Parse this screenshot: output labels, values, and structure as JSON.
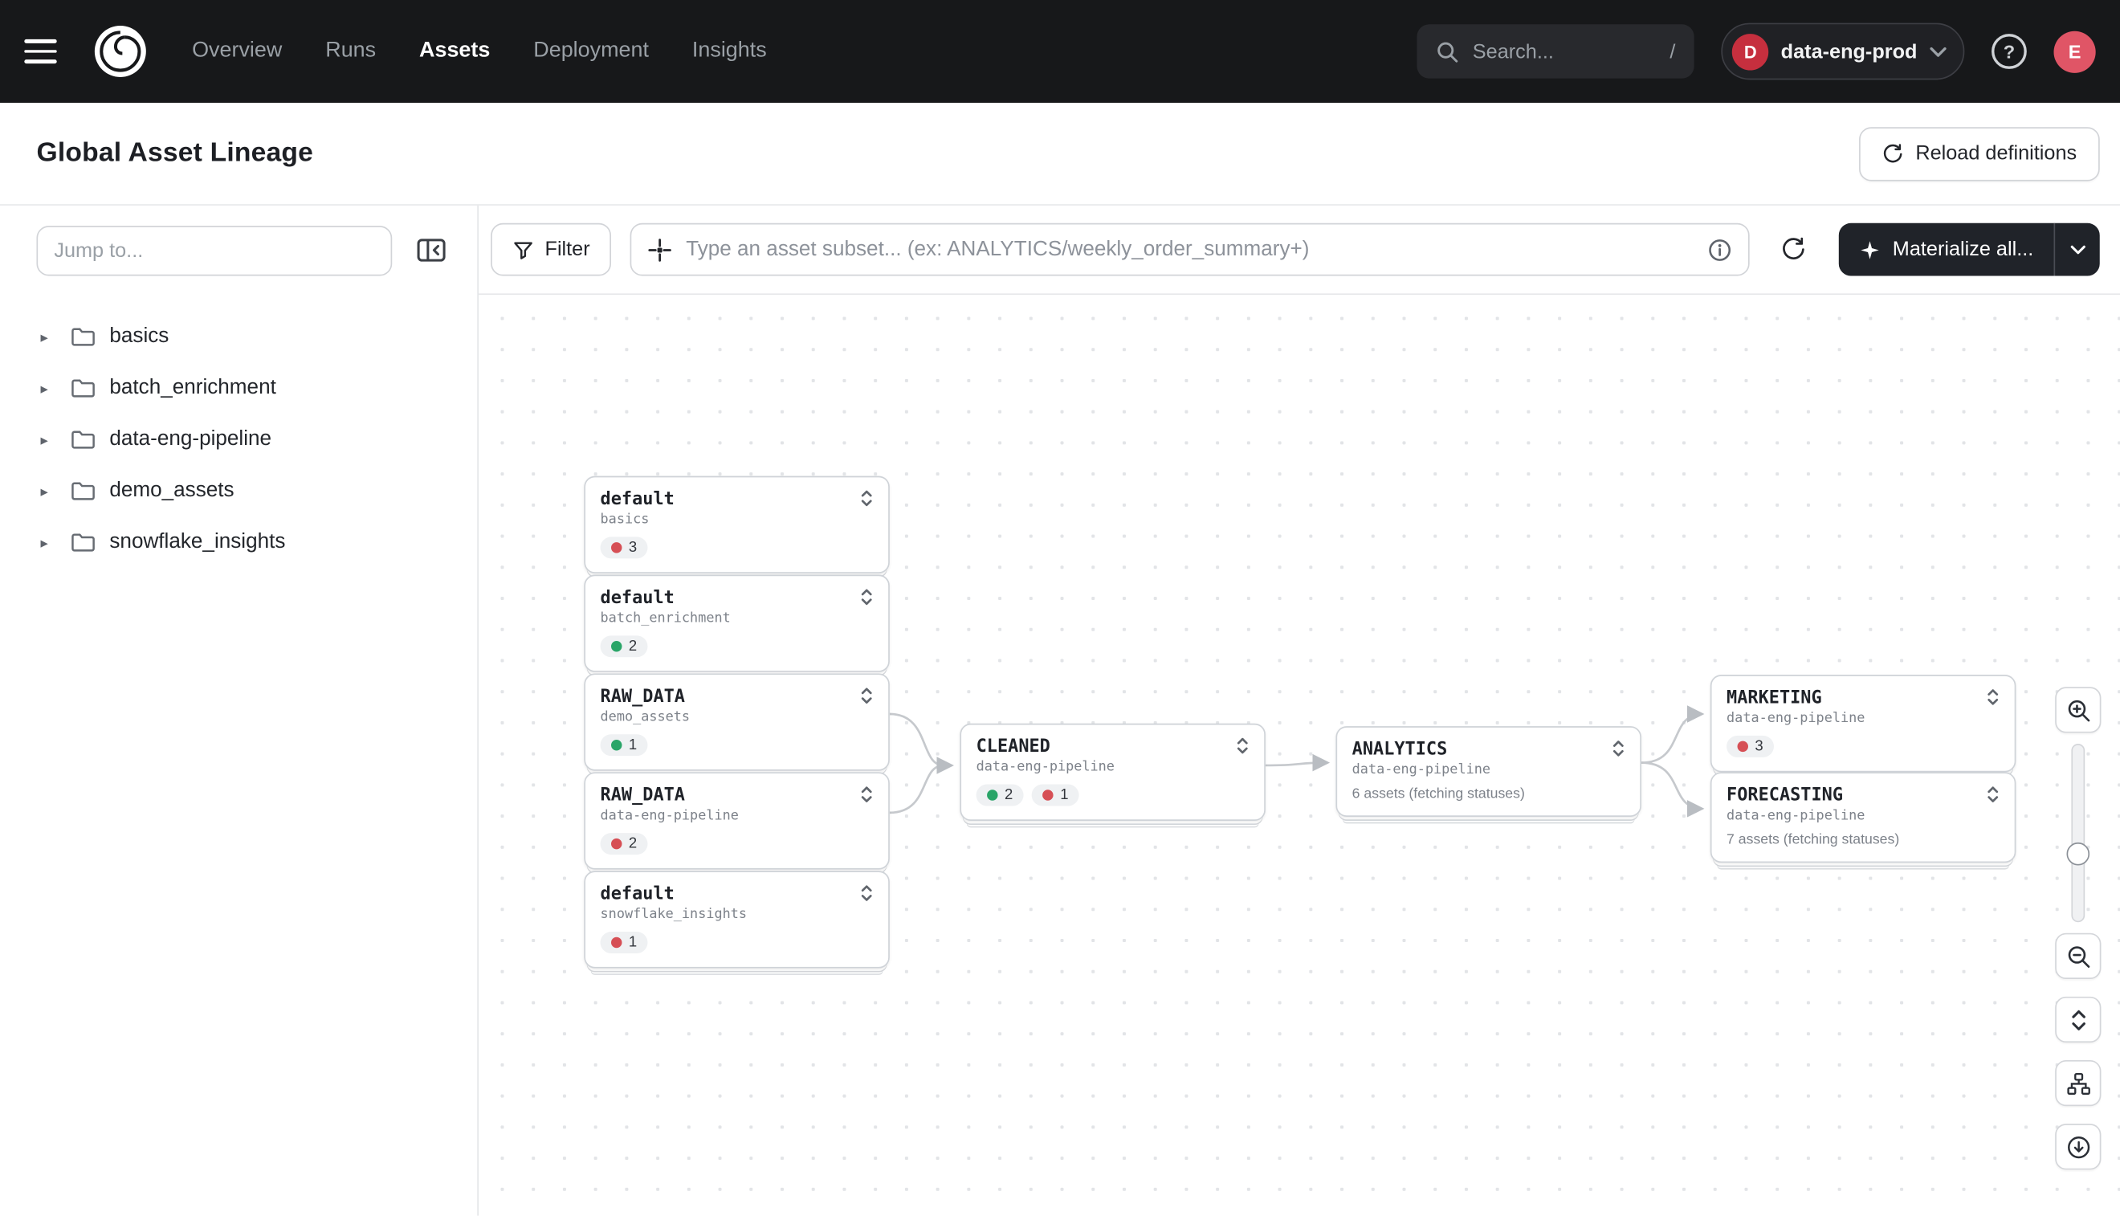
{
  "topbar": {
    "nav": [
      {
        "label": "Overview"
      },
      {
        "label": "Runs"
      },
      {
        "label": "Assets"
      },
      {
        "label": "Deployment"
      },
      {
        "label": "Insights"
      }
    ],
    "search": {
      "placeholder": "Search...",
      "shortcut": "/"
    },
    "deployment": {
      "initial": "D",
      "name": "data-eng-prod"
    },
    "help_glyph": "?",
    "user_initial": "E"
  },
  "header": {
    "title": "Global Asset Lineage",
    "reload_button": "Reload definitions"
  },
  "toolbar": {
    "jump_placeholder": "Jump to...",
    "filter_label": "Filter",
    "asset_input_placeholder": "Type an asset subset... (ex: ANALYTICS/weekly_order_summary+)",
    "materialize_label": "Materialize all..."
  },
  "sidebar": {
    "items": [
      {
        "label": "basics"
      },
      {
        "label": "batch_enrichment"
      },
      {
        "label": "data-eng-pipeline"
      },
      {
        "label": "demo_assets"
      },
      {
        "label": "snowflake_insights"
      }
    ]
  },
  "canvas": {
    "nodes": [
      {
        "title": "default",
        "subtitle": "basics",
        "badges": [
          {
            "color": "red",
            "count": "3"
          }
        ]
      },
      {
        "title": "default",
        "subtitle": "batch_enrichment",
        "badges": [
          {
            "color": "green",
            "count": "2"
          }
        ]
      },
      {
        "title": "RAW_DATA",
        "subtitle": "demo_assets",
        "badges": [
          {
            "color": "green",
            "count": "1"
          }
        ]
      },
      {
        "title": "RAW_DATA",
        "subtitle": "data-eng-pipeline",
        "badges": [
          {
            "color": "red",
            "count": "2"
          }
        ]
      },
      {
        "title": "default",
        "subtitle": "snowflake_insights",
        "badges": [
          {
            "color": "red",
            "count": "1"
          }
        ]
      },
      {
        "title": "CLEANED",
        "subtitle": "data-eng-pipeline",
        "badges": [
          {
            "color": "green",
            "count": "2"
          },
          {
            "color": "red",
            "count": "1"
          }
        ]
      },
      {
        "title": "ANALYTICS",
        "subtitle": "data-eng-pipeline",
        "status": "6 assets (fetching statuses)"
      },
      {
        "title": "MARKETING",
        "subtitle": "data-eng-pipeline",
        "badges": [
          {
            "color": "red",
            "count": "3"
          }
        ]
      },
      {
        "title": "FORECASTING",
        "subtitle": "data-eng-pipeline",
        "status": "7 assets (fetching statuses)"
      }
    ]
  },
  "icons": {
    "caret_right": "▸"
  },
  "colors": {
    "status_green": "#2aa568",
    "status_red": "#d64f55",
    "deployment_badge_red": "#c62f3e",
    "avatar_red": "#e05566",
    "topbar_bg": "#17181a"
  }
}
